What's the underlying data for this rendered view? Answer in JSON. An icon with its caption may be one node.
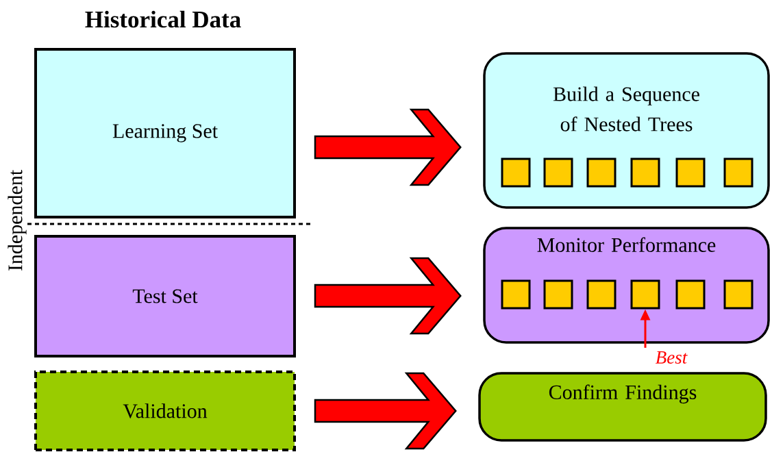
{
  "diagram": {
    "title": "Historical Data",
    "nodes": [
      {
        "text": [
          "Learning Set"
        ]
      },
      {
        "text": [
          "Test Set"
        ]
      },
      {
        "text": [
          "Validation"
        ]
      },
      {
        "text": [
          "Build a Sequence of Nested Trees"
        ]
      },
      {
        "text": [],
        "shape": "box",
        "in": 3
      },
      {
        "text": [],
        "shape": "box",
        "in": 3
      },
      {
        "text": [],
        "shape": "box",
        "in": 3
      },
      {
        "text": [],
        "shape": "box",
        "in": 3
      },
      {
        "text": [],
        "shape": "box",
        "in": 3
      },
      {
        "text": [],
        "shape": "box",
        "in": 3
      },
      {
        "text": [
          "Monitor Performance"
        ]
      },
      {
        "text": [],
        "shape": "box",
        "in": 10
      },
      {
        "text": [],
        "shape": "box",
        "in": 10
      },
      {
        "text": [],
        "shape": "box",
        "in": 10
      },
      {
        "text": [],
        "shape": "box",
        "in": 10
      },
      {
        "text": [],
        "shape": "box",
        "in": 10
      },
      {
        "text": [],
        "shape": "box",
        "in": 10
      },
      {
        "text": [
          "Confirm Findings"
        ]
      },
      {
        "text": [
          "Best"
        ]
      }
    ],
    "edges": [
      {
        "from": 0,
        "to": 3,
        "arrow": "to",
        "style": "thick"
      },
      {
        "from": 1,
        "to": 10,
        "arrow": "to",
        "style": "thick"
      },
      {
        "from": 2,
        "to": 17,
        "arrow": "to",
        "style": "thick"
      },
      {
        "from": 18,
        "to": 14,
        "arrow": "to"
      }
    ],
    "labels": [
      "Independent"
    ]
  }
}
